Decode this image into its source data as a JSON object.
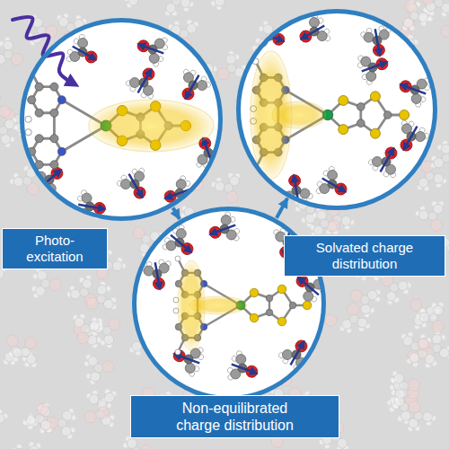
{
  "diagram": {
    "nodes": [
      {
        "text": [
          "Photo-excitation"
        ]
      },
      {
        "text": [
          "Solvated charge distribution"
        ]
      },
      {
        "text": [
          "Non-equilibrated charge distribution"
        ]
      }
    ],
    "edges": [
      {
        "from": 0,
        "to": 2,
        "arrow": "to"
      },
      {
        "from": 2,
        "to": 1,
        "arrow": "to"
      }
    ]
  }
}
